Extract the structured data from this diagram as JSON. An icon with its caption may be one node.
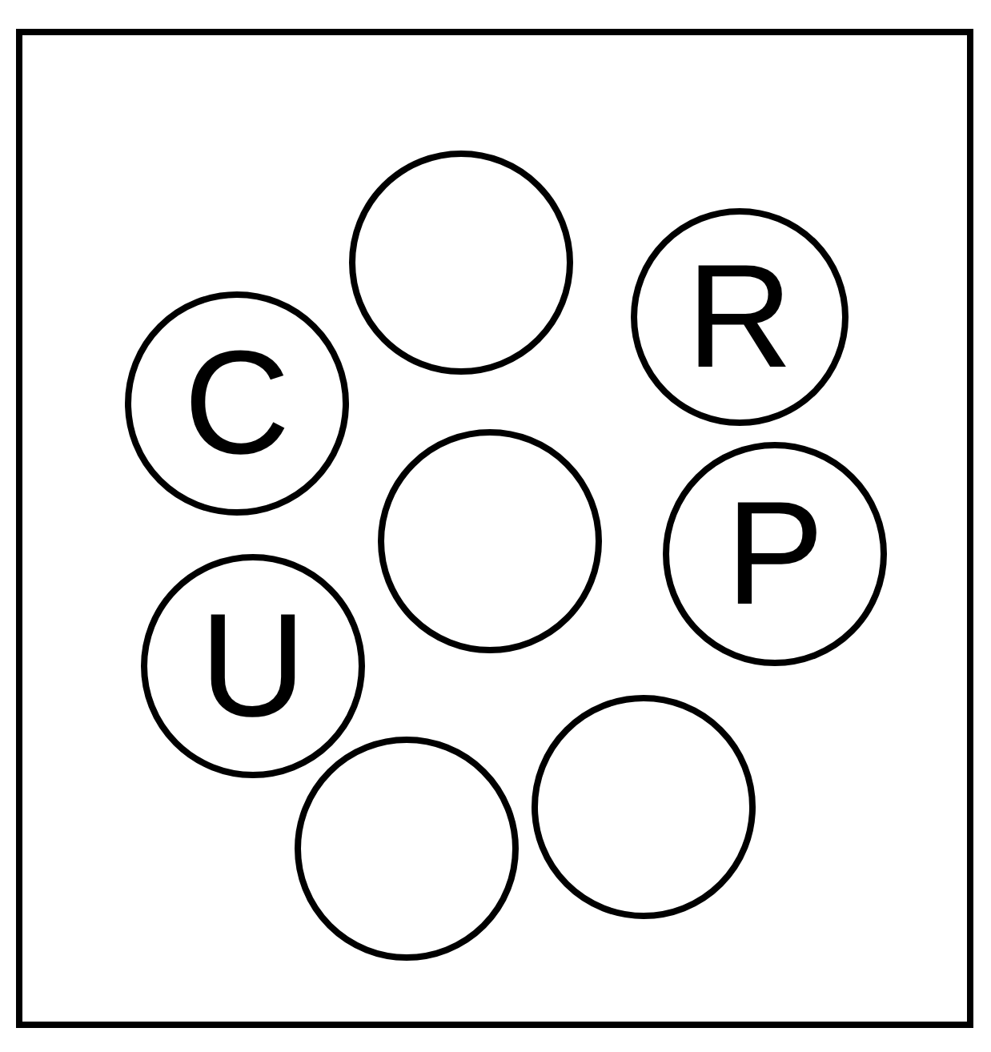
{
  "diagram": {
    "nodes": [
      {
        "text": [],
        "shape": "box"
      },
      {
        "text": [],
        "shape": "circle",
        "in": 0
      },
      {
        "text": [
          "R"
        ],
        "in": 0
      },
      {
        "text": [
          "C"
        ],
        "in": 0
      },
      {
        "text": [],
        "shape": "circle",
        "in": 0
      },
      {
        "text": [
          "P"
        ],
        "in": 0
      },
      {
        "text": [
          "U"
        ],
        "in": 0
      },
      {
        "text": [],
        "shape": "circle",
        "in": 0
      },
      {
        "text": [],
        "shape": "circle",
        "in": 0
      }
    ]
  }
}
